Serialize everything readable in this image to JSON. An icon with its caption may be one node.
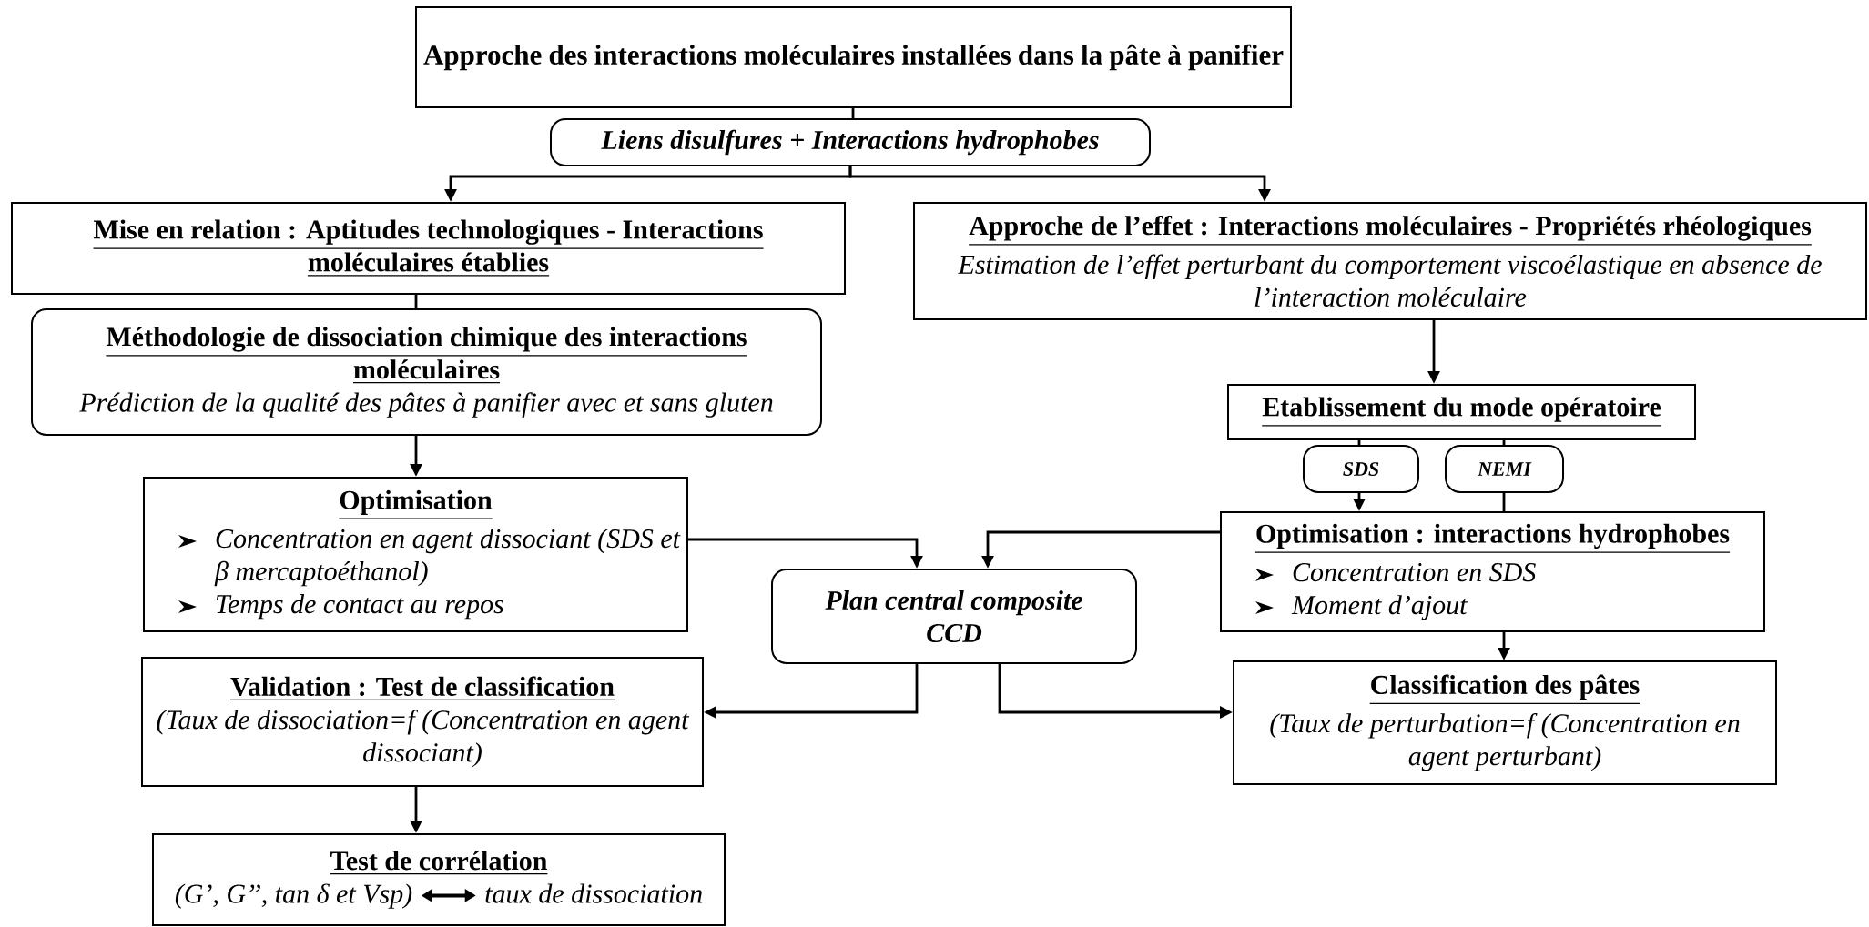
{
  "diagram": {
    "nodes": [
      {
        "text": [
          "Approche des interactions moléculaires installées dans la pâte à panifier"
        ]
      },
      {
        "text": [
          "Liens disulfures + Interactions hydrophobes"
        ]
      },
      {
        "text": [
          "Mise en relation : Aptitudes technologiques - Interactions moléculaires établies"
        ]
      },
      {
        "text": [
          "Approche de l’effet : Interactions moléculaires - Propriétés rhéologiques",
          "Estimation de l’effet perturbant du comportement viscoélastique en absence de l’interaction moléculaire"
        ]
      },
      {
        "text": [
          "Méthodologie de dissociation chimique des interactions moléculaires",
          "Prédiction de la qualité des pâtes à panifier avec et sans gluten"
        ]
      },
      {
        "text": [
          "Etablissement du mode opératoire"
        ]
      },
      {
        "text": [
          "SDS"
        ]
      },
      {
        "text": [
          "NEMI"
        ]
      },
      {
        "text": [
          "Optimisation",
          "Concentration en agent dissociant (SDS et β mercaptoéthanol)",
          "Temps de contact au repos"
        ]
      },
      {
        "text": [
          "Plan central composite CCD"
        ]
      },
      {
        "text": [
          "Optimisation : interactions hydrophobes",
          "Concentration en SDS",
          "Moment d’ajout"
        ]
      },
      {
        "text": [
          "Validation : Test de classification",
          "(Taux de dissociation=f (Concentration en agent dissociant)"
        ]
      },
      {
        "text": [
          "Classification des pâtes",
          "(Taux de perturbation=f (Concentration en agent perturbant)"
        ]
      },
      {
        "text": [
          "Test de corrélation",
          "(G’, G’’, tan δ et Vsp)",
          "taux de dissociation"
        ]
      }
    ],
    "edges": [
      {
        "from": 0,
        "to": 1,
        "arrow": "none"
      },
      {
        "from": 1,
        "to": 2,
        "arrow": "to"
      },
      {
        "from": 1,
        "to": 3,
        "arrow": "to"
      },
      {
        "from": 2,
        "to": 4,
        "arrow": "none"
      },
      {
        "from": 3,
        "to": 5,
        "arrow": "to"
      },
      {
        "from": 4,
        "to": 8,
        "arrow": "to"
      },
      {
        "from": 5,
        "to": 6,
        "arrow": "none"
      },
      {
        "from": 5,
        "to": 7,
        "arrow": "none"
      },
      {
        "from": 6,
        "to": 10,
        "arrow": "to"
      },
      {
        "from": 7,
        "to": 10,
        "arrow": "none"
      },
      {
        "from": 8,
        "to": 9,
        "arrow": "to"
      },
      {
        "from": 10,
        "to": 9,
        "arrow": "to"
      },
      {
        "from": 9,
        "to": 11,
        "arrow": "to"
      },
      {
        "from": 9,
        "to": 12,
        "arrow": "to"
      },
      {
        "from": 10,
        "to": 12,
        "arrow": "to"
      },
      {
        "from": 11,
        "to": 13,
        "arrow": "to"
      }
    ]
  }
}
